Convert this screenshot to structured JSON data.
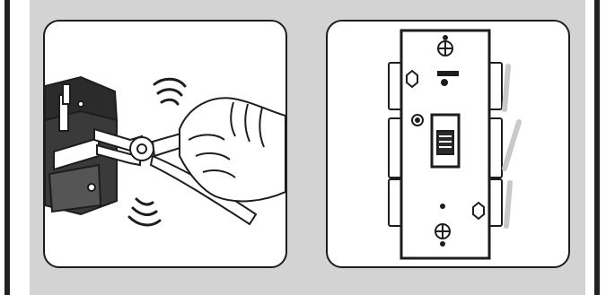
{
  "figure": {
    "panels": [
      {
        "id": "left",
        "subject": "pliers-bending-tab"
      },
      {
        "id": "right",
        "subject": "switch-on-breakaway-tabs"
      }
    ],
    "colors": {
      "background_band": "#d3d3d3",
      "side_rails": "#222222",
      "line_art": "#1d1d1d",
      "card_fill": "#ffffff",
      "breakaway_marks": "#c9c9c9"
    }
  }
}
